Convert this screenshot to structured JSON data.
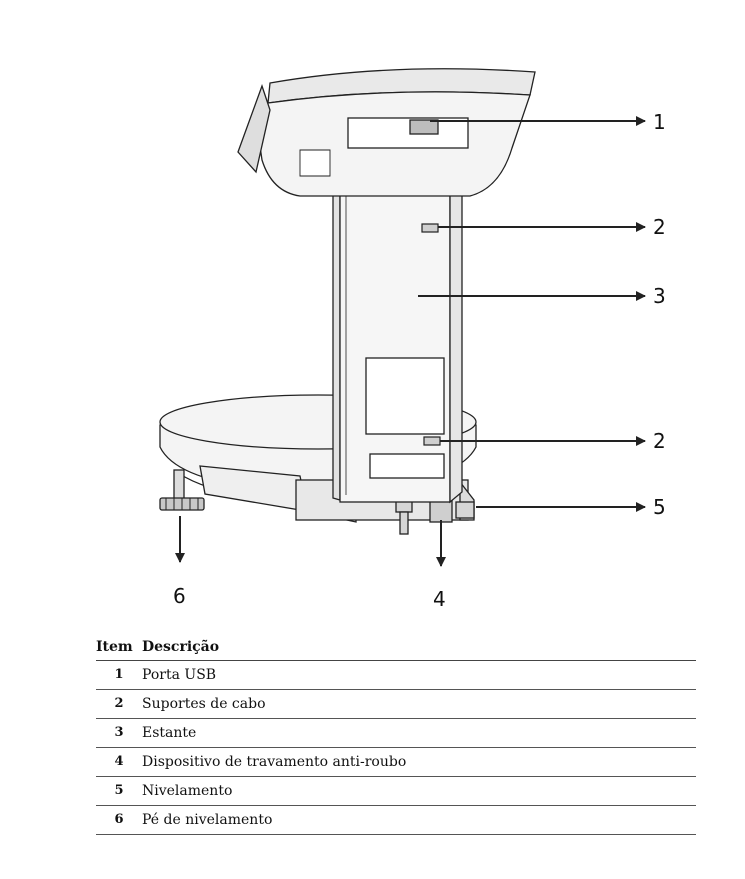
{
  "callouts": [
    "1",
    "2",
    "3",
    "2",
    "5",
    "6",
    "4"
  ],
  "legend": {
    "header_item": "Item",
    "header_desc": "Descrição",
    "rows": [
      {
        "item": "1",
        "desc": "Porta USB"
      },
      {
        "item": "2",
        "desc": "Suportes de cabo"
      },
      {
        "item": "3",
        "desc": "Estante"
      },
      {
        "item": "4",
        "desc": "Dispositivo de travamento anti-roubo"
      },
      {
        "item": "5",
        "desc": "Nivelamento"
      },
      {
        "item": "6",
        "desc": "Pé de nivelamento"
      }
    ]
  },
  "colors": {
    "line": "#222222",
    "fill_light": "#f2f2f2",
    "fill_mid": "#e4e4e4"
  }
}
